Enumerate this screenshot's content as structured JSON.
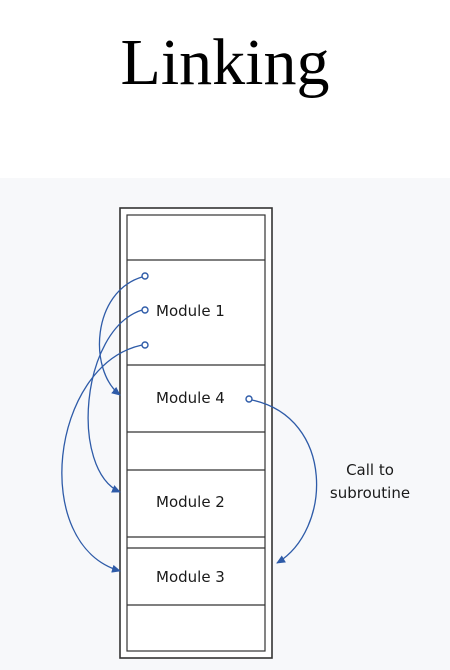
{
  "title": "Linking",
  "modules": [
    "Module 1",
    "Module 4",
    "Module 2",
    "Module 3"
  ],
  "annotation": {
    "line1": "Call to",
    "line2": "subroutine"
  },
  "colors": {
    "arrow": "#2e5ba8",
    "outline": "#333333",
    "background": "#f7f8fa"
  }
}
